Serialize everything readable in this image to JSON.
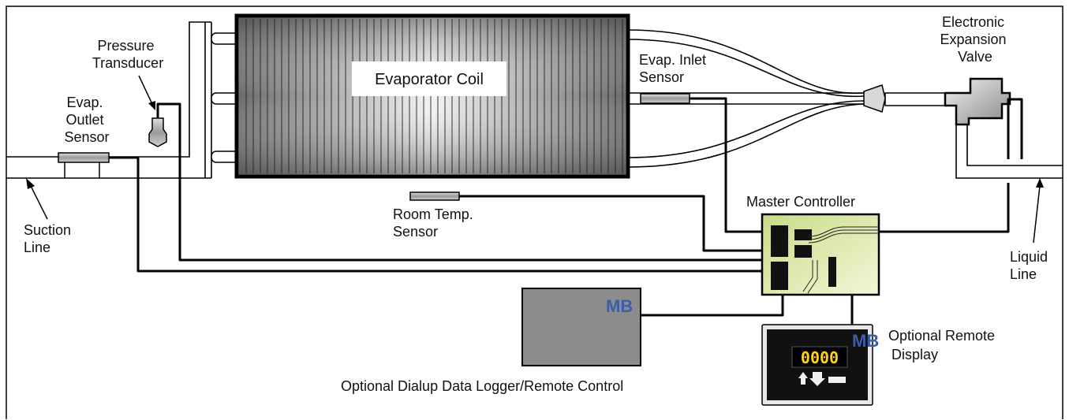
{
  "labels": {
    "evaporator_coil": "Evaporator Coil",
    "pressure_transducer": [
      "Pressure",
      "Transducer"
    ],
    "evap_outlet_sensor": [
      "Evap.",
      "Outlet",
      "Sensor"
    ],
    "evap_inlet_sensor": [
      "Evap. Inlet",
      "Sensor"
    ],
    "electronic_expansion_valve": [
      "Electronic",
      "Expansion",
      "Valve"
    ],
    "suction_line": [
      "Suction",
      "Line"
    ],
    "liquid_line": [
      "Liquid",
      "Line"
    ],
    "room_temp_sensor": [
      "Room Temp.",
      "Sensor"
    ],
    "master_controller": "Master Controller",
    "optional_dialup": "Optional Dialup Data Logger/Remote Control",
    "optional_remote_display": [
      "Optional Remote",
      "Display"
    ]
  },
  "remote_display": {
    "readout": "0000",
    "readout_color": "#ffd21a"
  },
  "logo_text": "MB",
  "colors": {
    "logo_blue": "#3a5ea8",
    "controller_green": "#d9e6a3",
    "logger_gray": "#8c8c8c",
    "display_black": "#111111"
  }
}
